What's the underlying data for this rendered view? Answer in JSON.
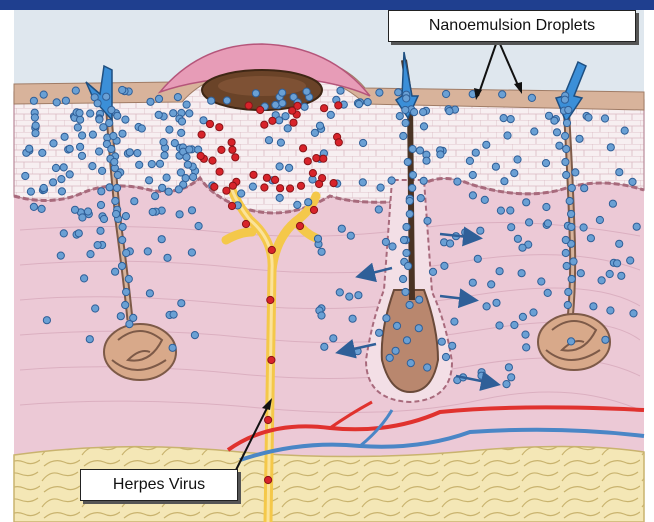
{
  "labels": {
    "nanoemulsion": "Nanoemulsion Droplets",
    "herpes": "Herpes Virus"
  },
  "colors": {
    "header_bar": "#1f3f8f",
    "background": "#dfe7ee",
    "epidermis": "#f6eef0",
    "dermis": "#ecc9d6",
    "fat": "#f3e6b4",
    "nerve": "#f4c84a",
    "droplet": "#6aa0d4",
    "virus": "#d8232a",
    "arrow": "#3b6ea8",
    "artery": "#e0322e",
    "vein": "#4a86c6"
  },
  "icons": {
    "droplet": "blue-dot",
    "virus": "red-dot",
    "arrow": "diffusion-arrow"
  }
}
